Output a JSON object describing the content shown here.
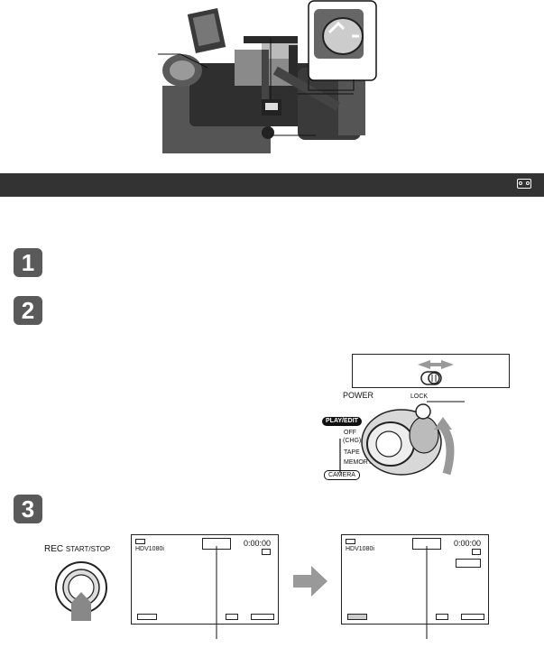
{
  "header_band": {
    "icon": "tape-icon",
    "color": "#333333"
  },
  "steps": [
    {
      "number": "1"
    },
    {
      "number": "2"
    },
    {
      "number": "3"
    }
  ],
  "power_switch": {
    "power_label": "POWER",
    "lock_label": "LOCK",
    "play_edit": "PLAY/EDIT",
    "off_label": "OFF",
    "chg_label": "(CHG)",
    "tape_label": "TAPE",
    "memory_label": "MEMORY",
    "camera_label": "CAMERA"
  },
  "rec_button": {
    "label_main": "REC",
    "label_sub": "START/STOP"
  },
  "screens": [
    {
      "timecode": "0:00:00",
      "format": "HDV1080i"
    },
    {
      "timecode": "0:00:00",
      "format": "HDV1080i"
    }
  ]
}
